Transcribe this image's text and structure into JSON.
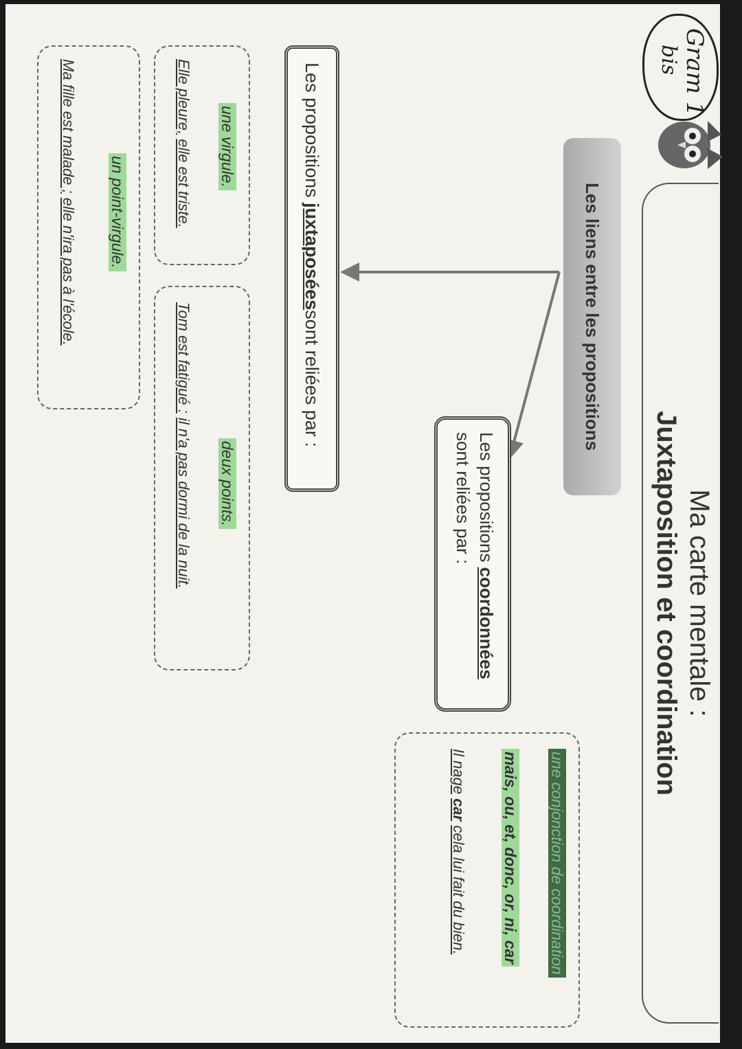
{
  "cloud_note": {
    "line1": "Gram 1",
    "line2": "bis"
  },
  "title": {
    "line1": "Ma carte mentale :",
    "line2": "Juxtaposition et coordination"
  },
  "root_node": {
    "label": "Les liens entre les propositions"
  },
  "coordination": {
    "prefix": "Les propositions ",
    "keyword": "coordonnées",
    "suffix": "sont reliées par :",
    "connector_label": "une conjonction de coordination",
    "conjunctions": "mais, ou, et, donc, or, ni, car",
    "example": {
      "part1": "Il nage",
      "part2": "car",
      "part3": "cela lui fait du bien."
    }
  },
  "juxtaposition": {
    "prefix": "Les propositions ",
    "keyword": "juxtaposées",
    "suffix": " sont reliées par :",
    "groups": [
      {
        "label": "une virgule.",
        "example": {
          "part1": "Elle pleure,",
          "part2": "elle est triste."
        }
      },
      {
        "label": "deux points.",
        "example": {
          "part1": "Tom est fatigué :",
          "part2": "il n'a pas dormi de la nuit."
        }
      },
      {
        "label": "un point-virgule.",
        "example": {
          "part1": "Ma fille est malade ;",
          "part2": "elle n'ira pas à l'école."
        }
      }
    ]
  }
}
